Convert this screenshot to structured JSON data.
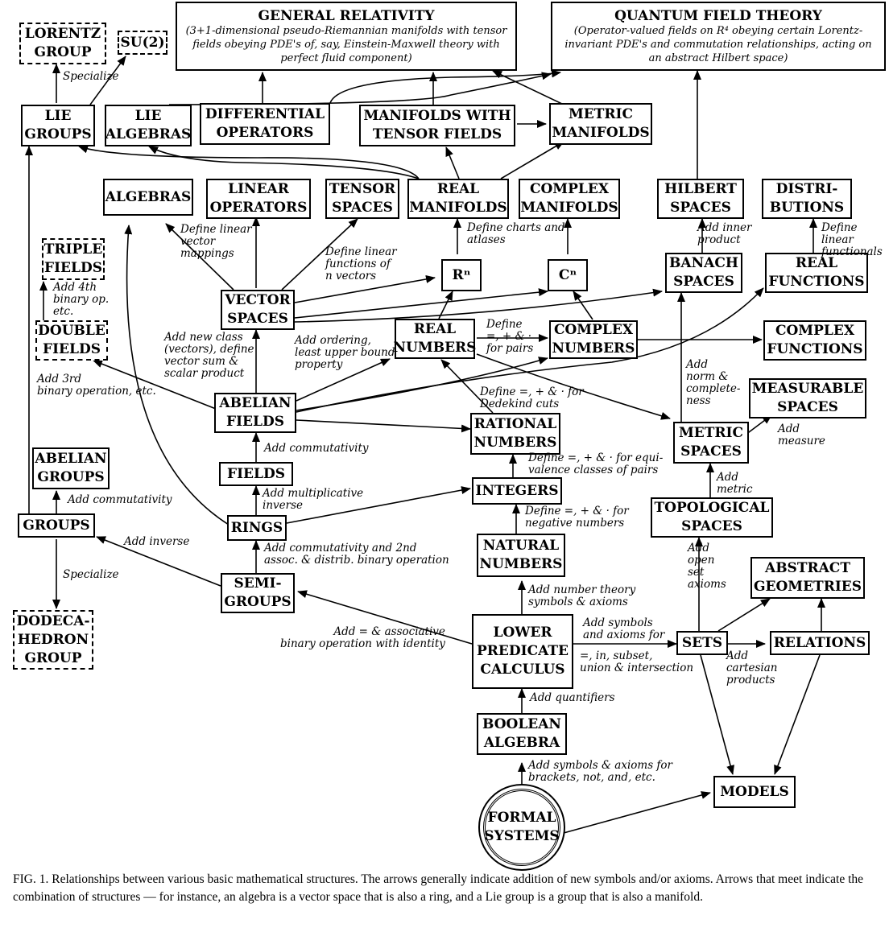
{
  "nodes": {
    "lorentz_group": "LORENTZ\nGROUP",
    "su2": "SU(2)",
    "general_relativity": {
      "title": "GENERAL RELATIVITY",
      "description": "(3+1-dimensional pseudo-Riemannian manifolds with tensor fields obeying PDE's of, say, Einstein-Maxwell theory with perfect fluid component)"
    },
    "quantum_field_theory": {
      "title": "QUANTUM FIELD THEORY",
      "description": "(Operator-valued fields on R⁴ obeying certain Lorentz-invariant PDE's and commutation relationships, acting on an abstract Hilbert space)"
    },
    "lie_groups": "LIE\nGROUPS",
    "lie_algebras": "LIE\nALGEBRAS",
    "differential_operators": "DIFFERENTIAL\nOPERATORS",
    "manifolds_with_tensor_fields": "MANIFOLDS WITH\nTENSOR FIELDS",
    "metric_manifolds": "METRIC\nMANIFOLDS",
    "algebras": "ALGEBRAS",
    "linear_operators": "LINEAR\nOPERATORS",
    "tensor_spaces": "TENSOR\nSPACES",
    "real_manifolds": "REAL\nMANIFOLDS",
    "complex_manifolds": "COMPLEX\nMANIFOLDS",
    "hilbert_spaces": "HILBERT\nSPACES",
    "distributions": "DISTRI-\nBUTIONS",
    "triple_fields": "TRIPLE\nFIELDS",
    "rn": "Rⁿ",
    "cn": "Cⁿ",
    "banach_spaces": "BANACH\nSPACES",
    "real_functions": "REAL\nFUNCTIONS",
    "vector_spaces": "VECTOR\nSPACES",
    "double_fields": "DOUBLE\nFIELDS",
    "real_numbers": "REAL\nNUMBERS",
    "complex_numbers": "COMPLEX\nNUMBERS",
    "complex_functions": "COMPLEX\nFUNCTIONS",
    "measurable_spaces": "MEASURABLE\nSPACES",
    "abelian_fields": "ABELIAN\nFIELDS",
    "rational_numbers": "RATIONAL\nNUMBERS",
    "metric_spaces": "METRIC\nSPACES",
    "abelian_groups": "ABELIAN\nGROUPS",
    "fields": "FIELDS",
    "integers": "INTEGERS",
    "topological_spaces": "TOPOLOGICAL\nSPACES",
    "groups": "GROUPS",
    "rings": "RINGS",
    "natural_numbers": "NATURAL\nNUMBERS",
    "abstract_geometries": "ABSTRACT\nGEOMETRIES",
    "semigroups": "SEMI-\nGROUPS",
    "dodecahedron_group": "DODECA-\nHEDRON\nGROUP",
    "lower_predicate_calculus": "LOWER\nPREDICATE\nCALCULUS",
    "sets": "SETS",
    "relations": "RELATIONS",
    "boolean_algebra": "BOOLEAN\nALGEBRA",
    "models": "MODELS",
    "formal_systems": "FORMAL\nSYSTEMS"
  },
  "labels": {
    "specialize_top": "Specialize",
    "define_linear_vector_mappings": "Define linear\nvector\nmappings",
    "define_linear_functions": "Define linear\nfunctions of\nn vectors",
    "define_charts_atlases": "Define charts and\natlases",
    "add_inner_product": "Add inner\nproduct",
    "define_linear_functionals": "Define linear\nfunctionals",
    "add_4th_binary": "Add 4th\nbinary op.\netc.",
    "add_new_class": "Add new class\n(vectors), define\nvector sum &\nscalar product",
    "add_ordering": "Add ordering,\nleast upper bound\nproperty",
    "define_for_pairs": "Define\n=, + & ·\nfor pairs",
    "add_3rd_binary": "Add 3rd\nbinary operation, etc.",
    "define_dedekind": "Define =, + & · for\nDedekind cuts",
    "add_norm_completeness": "Add\nnorm &\ncomplete-\nness",
    "add_measure": "Add\nmeasure",
    "add_commutativity_fields": "Add commutativity",
    "define_equivalence_classes": "Define =, + & · for equi-\nvalence classes of pairs",
    "add_commutativity_groups": "Add commutativity",
    "add_metric": "Add\nmetric",
    "add_multiplicative_inverse": "Add multiplicative\ninverse",
    "define_negative_numbers": "Define =, + & · for\nnegative numbers",
    "add_inverse": "Add inverse",
    "add_commutativity_2nd": "Add commutativity and 2nd\nassoc. & distrib. binary operation",
    "add_open_set_axioms": "Add\nopen\nset\naxioms",
    "specialize_bottom": "Specialize",
    "add_number_theory": "Add number theory\nsymbols & axioms",
    "add_associative_binary": "Add = & associative\nbinary operation with identity",
    "add_symbols_axioms_for": "Add symbols\nand axioms for",
    "in_subset_union": "=, in, subset,\nunion & intersection",
    "add_cartesian_products": "Add\ncartesian\nproducts",
    "add_quantifiers": "Add quantifiers",
    "add_symbols_brackets": "Add symbols & axioms for\nbrackets, not, and, etc."
  },
  "caption": "FIG. 1.    Relationships between various basic mathematical structures. The arrows generally indicate addition of new symbols and/or axioms. Arrows that meet indicate the combination of structures — for instance, an algebra is a vector space that is also a ring, and a Lie group is a group that is also a manifold."
}
